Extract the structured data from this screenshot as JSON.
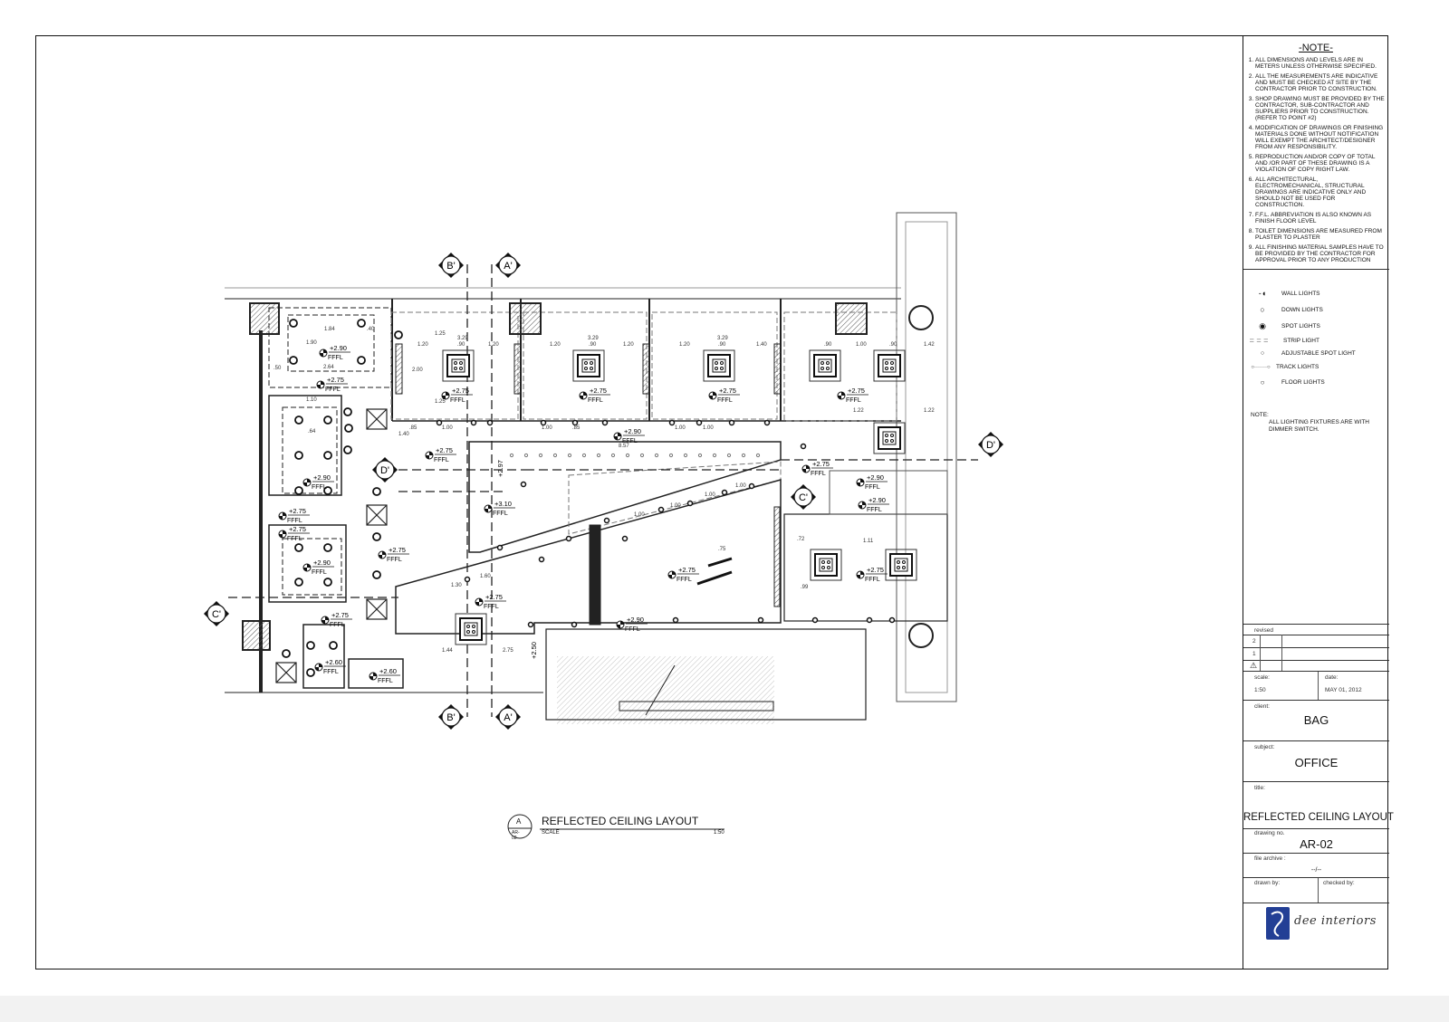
{
  "notes": {
    "heading": "-NOTE-",
    "items": [
      "ALL DIMENSIONS AND LEVELS ARE IN METERS UNLESS OTHERWISE SPECIFIED.",
      "ALL THE MEASUREMENTS ARE INDICATIVE AND MUST BE CHECKED AT SITE BY THE CONTRACTOR PRIOR TO CONSTRUCTION.",
      "SHOP DRAWING MUST BE PROVIDED BY THE CONTRACTOR, SUB-CONTRACTOR AND SUPPLIERS PRIOR TO CONSTRUCTION. (REFER TO POINT #2)",
      "MODIFICATION OF DRAWINGS OR FINISHING MATERIALS DONE WITHOUT NOTIFICATION WILL EXEMPT THE ARCHITECT/DESIGNER FROM ANY RESPONSIBILITY.",
      "REPRODUCTION AND/OR COPY OF TOTAL AND /OR PART OF THESE DRAWING IS A VIOLATION OF COPY RIGHT LAW.",
      "ALL ARCHITECTURAL, ELECTROMECHANICAL, STRUCTURAL DRAWINGS ARE INDICATIVE ONLY AND SHOULD NOT BE USED FOR CONSTRUCTION.",
      "F.F.L. ABBREVIATION IS ALSO KNOWN AS FINISH FLOOR LEVEL",
      "TOILET DIMENSIONS ARE MEASURED FROM PLASTER TO PLASTER",
      "ALL FINISHING MATERIAL SAMPLES HAVE TO BE PROVIDED BY THE CONTRACTOR FOR APPROVAL PRIOR TO ANY PRODUCTION"
    ]
  },
  "legend": {
    "items": [
      {
        "icon": "wall-light-icon",
        "label": "WALL LIGHTS"
      },
      {
        "icon": "down-light-icon",
        "label": "DOWN LIGHTS"
      },
      {
        "icon": "spot-light-icon",
        "label": "SPOT LIGHTS"
      },
      {
        "icon": "strip-light-icon",
        "label": "STRIP LIGHT"
      },
      {
        "icon": "adjustable-spot-light-icon",
        "label": "ADJUSTABLE SPOT  LIGHT"
      },
      {
        "icon": "track-light-icon",
        "label": "TRACK  LIGHTS"
      },
      {
        "icon": "floor-light-icon",
        "label": "FLOOR  LIGHTS"
      }
    ],
    "note_label": "NOTE:",
    "note_text": "ALL LIGHTING FIXTURES ARE WITH DIMMER SWITCH."
  },
  "title_block": {
    "revised_label": "revised",
    "revisions": [
      "2",
      "1"
    ],
    "scale_label": "scale:",
    "scale": "1:50",
    "date_label": "date:",
    "date": "MAY 01, 2012",
    "client_label": "client:",
    "client": "BAG",
    "subject_label": "subject:",
    "subject": "OFFICE",
    "title_label": "title:",
    "title": "REFLECTED CEILING LAYOUT",
    "drawing_no_label": "drawing no.",
    "drawing_no": "AR-02",
    "file_archive_label": "file archive :",
    "file_archive": "--/--",
    "drawn_by_label": "drawn by:",
    "checked_by_label": "checked by:",
    "logo_text": "dee interiors"
  },
  "drawing": {
    "caption_ref": "A",
    "caption_sheet": "AR-02",
    "caption_title": "REFLECTED CEILING LAYOUT",
    "caption_scale_label": "SCALE",
    "caption_scale": "1:50",
    "level_unit": "FFFL",
    "sections": [
      "B'",
      "A'",
      "B'",
      "A'",
      "D'",
      "D'",
      "C'",
      "C'"
    ],
    "levels": [
      "+2.90",
      "+2.75",
      "+2.75",
      "+2.75",
      "+2.75",
      "+2.75",
      "+2.90",
      "+2.75",
      "+2.75",
      "+2.90",
      "+2.90",
      "+2.90",
      "+2.75",
      "+2.75",
      "+3.10",
      "+2.90",
      "+2.75",
      "+2.75",
      "+2.75",
      "+2.75",
      "+2.75",
      "+2.90",
      "+2.60",
      "+2.60",
      "+2.97",
      "+2.50"
    ],
    "dimensions": [
      "1.84",
      "1.90",
      "2.64",
      ".50",
      ".40",
      "3.29",
      "1.20",
      ".90",
      "1.20",
      "3.29",
      "1.20",
      ".90",
      "1.20",
      "3.29",
      "1.20",
      ".90",
      "1.40",
      ".90",
      "1.00",
      ".90",
      "1.42",
      "2.00",
      "1.25",
      "1.25",
      "8.57",
      "1.40",
      "1.22",
      "1.22",
      ".85",
      "1.00",
      "1.00",
      ".85",
      "1.00",
      "1.00",
      "1.00",
      "1.00",
      "1.00",
      "1.00",
      "1.60",
      "1.30",
      ".75",
      "1.11",
      ".72",
      ".99",
      "1.44",
      "2.75",
      "1.10",
      ".64"
    ]
  }
}
